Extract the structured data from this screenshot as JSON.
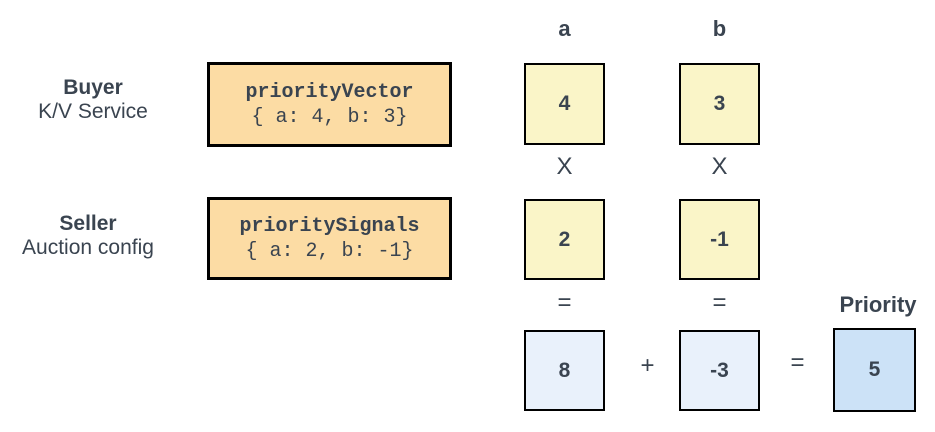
{
  "buyer": {
    "title": "Buyer",
    "subtitle": "K/V Service",
    "code_name": "priorityVector",
    "code_value": "{ a: 4, b: 3}"
  },
  "seller": {
    "title": "Seller",
    "subtitle": "Auction config",
    "code_name": "prioritySignals",
    "code_value": "{ a: 2, b: -1}"
  },
  "columns": {
    "a_label": "a",
    "b_label": "b"
  },
  "grid": {
    "buyer_a": "4",
    "buyer_b": "3",
    "seller_a": "2",
    "seller_b": "-1",
    "product_a": "8",
    "product_b": "-3",
    "total": "5"
  },
  "operators": {
    "multiply": "X",
    "equals": "=",
    "plus": "+"
  },
  "priority_label": "Priority",
  "colors": {
    "code_box_fill": "#fcdca4",
    "input_cell_fill": "#faf5c8",
    "product_cell_fill": "#e9f1fb",
    "total_cell_fill": "#cce2f7",
    "border": "#000000",
    "text": "#3a4450",
    "background": "#ffffff"
  }
}
